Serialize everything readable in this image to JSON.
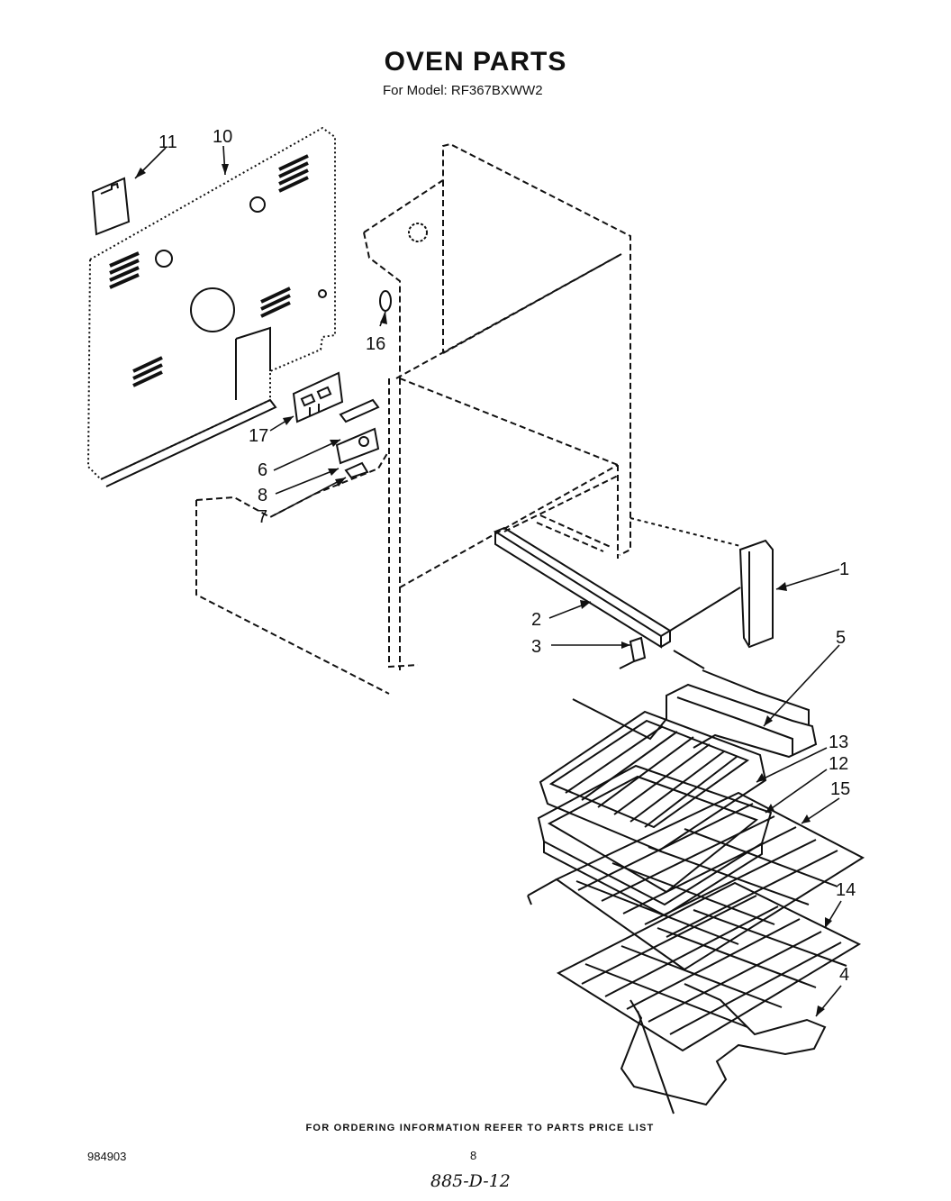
{
  "header": {
    "title": "OVEN PARTS",
    "subtitle": "For Model: RF367BXWW2"
  },
  "callouts": [
    "11",
    "10",
    "16",
    "17",
    "6",
    "8",
    "7",
    "1",
    "2",
    "3",
    "5",
    "13",
    "12",
    "15",
    "14",
    "4"
  ],
  "footer": {
    "ordering_note": "FOR ORDERING INFORMATION REFER TO PARTS PRICE LIST",
    "document_number": "984903",
    "page_number": "8",
    "handwritten_note": "885-D-12"
  }
}
